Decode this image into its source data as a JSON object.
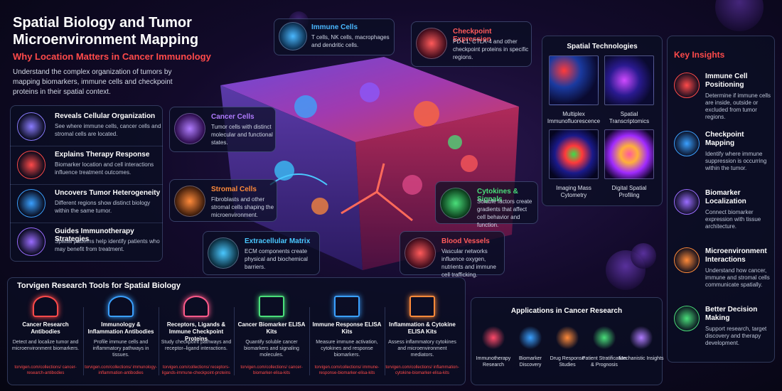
{
  "header": {
    "title": "Spatial Biology and Tumor Microenvironment Mapping",
    "subtitle": "Why Location Matters in Cancer Immunology",
    "description": "Understand the complex organization of tumors by mapping biomarkers, immune cells and checkpoint proteins in their spatial context."
  },
  "benefits": [
    {
      "title": "Reveals Cellular Organization",
      "desc": "See where immune cells, cancer cells and stromal cells are located.",
      "icon": "cell-cluster-icon",
      "color": "#8a7cff"
    },
    {
      "title": "Explains Therapy Response",
      "desc": "Biomarker location and cell interactions influence treatment outcomes.",
      "icon": "target-icon",
      "color": "#ff4a4a"
    },
    {
      "title": "Uncovers Tumor Heterogeneity",
      "desc": "Different regions show distinct biology within the same tumor.",
      "icon": "trend-chart-icon",
      "color": "#3aa0ff"
    },
    {
      "title": "Guides Immunotherapy Strategies",
      "desc": "Spatial patterns help identify patients who may benefit from treatment.",
      "icon": "shield-check-icon",
      "color": "#9a6cff"
    }
  ],
  "callouts": {
    "immune": {
      "title": "Immune Cells",
      "desc": "T cells, NK cells, macrophages and dendritic cells.",
      "color": "#4ab8ff"
    },
    "checkpoint": {
      "title": "Checkpoint Expression",
      "desc": "PD-L1, CTLA-4 and other checkpoint proteins in specific regions.",
      "color": "#ff5a5a"
    },
    "cancer": {
      "title": "Cancer Cells",
      "desc": "Tumor cells with distinct molecular and functional states.",
      "color": "#b07cff"
    },
    "stromal": {
      "title": "Stromal Cells",
      "desc": "Fibroblasts and other stromal cells shaping the microenvironment.",
      "color": "#ff8a3a"
    },
    "cytokines": {
      "title": "Cytokines & Signals",
      "desc": "Soluble factors create gradients that affect cell behavior and function.",
      "color": "#4adf7a"
    },
    "ecm": {
      "title": "Extracellular Matrix",
      "desc": "ECM components create physical and biochemical barriers.",
      "color": "#4ac8ff"
    },
    "vessels": {
      "title": "Blood Vessels",
      "desc": "Vascular networks influence oxygen, nutrients and immune cell trafficking.",
      "color": "#ff5a5a"
    }
  },
  "spatial_tech": {
    "title": "Spatial Technologies",
    "items": [
      {
        "label": "Multiplex Immunofluorescence"
      },
      {
        "label": "Spatial Transcriptomics"
      },
      {
        "label": "Imaging Mass Cytometry"
      },
      {
        "label": "Digital Spatial Profiling"
      }
    ]
  },
  "insights": {
    "title": "Key Insights",
    "items": [
      {
        "title": "Immune Cell Positioning",
        "desc": "Determine if immune cells are inside, outside or excluded from tumor regions.",
        "icon": "target-icon",
        "color": "#ff4a4a"
      },
      {
        "title": "Checkpoint Mapping",
        "desc": "Identify where immune suppression is occurring within the tumor.",
        "icon": "shield-check-icon",
        "color": "#3aa0ff"
      },
      {
        "title": "Biomarker Localization",
        "desc": "Connect biomarker expression with tissue architecture.",
        "icon": "microscope-icon",
        "color": "#9a6cff"
      },
      {
        "title": "Microenvironment Interactions",
        "desc": "Understand how cancer, immune and stromal cells communicate spatially.",
        "icon": "people-icon",
        "color": "#ff8a3a"
      },
      {
        "title": "Better Decision Making",
        "desc": "Support research, target discovery and therapy development.",
        "icon": "trend-chart-icon",
        "color": "#4adf7a"
      }
    ]
  },
  "tools": {
    "title": "Torvigen Research Tools for Spatial Biology",
    "items": [
      {
        "title": "Cancer Research Antibodies",
        "desc": "Detect and localize tumor and microenvironment biomarkers.",
        "link": "torvigen.com/collections/ cancer-research-antibodies",
        "icon": "antibody-icon",
        "color": "#ff4a4a"
      },
      {
        "title": "Immunology & Inflammation Antibodies",
        "desc": "Profile immune cells and inflammatory pathways in tissues.",
        "link": "torvigen.com/collections/ immunology-inflammation-antibodies",
        "icon": "antibody-icon",
        "color": "#3aa0ff"
      },
      {
        "title": "Receptors, Ligands & Immune Checkpoint Proteins",
        "desc": "Study checkpoint pathways and receptor–ligand interactions.",
        "link": "torvigen.com/collections/ receptors-ligands-immune-checkpoint-proteins",
        "icon": "receptor-icon",
        "color": "#ff5a8a"
      },
      {
        "title": "Cancer Biomarker ELISA Kits",
        "desc": "Quantify soluble cancer biomarkers and signaling molecules.",
        "link": "torvigen.com/collections/ cancer-biomarker-elisa-kits",
        "icon": "elisa-plate-icon",
        "color": "#4adf7a"
      },
      {
        "title": "Immune Response ELISA Kits",
        "desc": "Measure immune activation, cytokines and response biomarkers.",
        "link": "torvigen.com/collections/ immune-response-biomarker-elisa-kits",
        "icon": "elisa-plate-icon",
        "color": "#3aa0ff"
      },
      {
        "title": "Inflammation & Cytokine ELISA Kits",
        "desc": "Assess inflammatory cytokines and microenvironment mediators.",
        "link": "torvigen.com/collections/ inflammation-cytokine-biomarker-elisa-kits",
        "icon": "elisa-plate-icon",
        "color": "#ff8a3a"
      }
    ]
  },
  "applications": {
    "title": "Applications in Cancer Research",
    "items": [
      {
        "label": "Immunotherapy Research",
        "icon": "immune-cell-icon",
        "color": "#ff4a6a"
      },
      {
        "label": "Biomarker Discovery",
        "icon": "molecule-icon",
        "color": "#3aa0ff"
      },
      {
        "label": "Drug Response Studies",
        "icon": "test-tubes-icon",
        "color": "#ff8a3a"
      },
      {
        "label": "Patient Stratification & Prognosis",
        "icon": "patient-chart-icon",
        "color": "#4adf7a"
      },
      {
        "label": "Mechanistic Insights",
        "icon": "dna-icon",
        "color": "#b07cff"
      }
    ]
  }
}
